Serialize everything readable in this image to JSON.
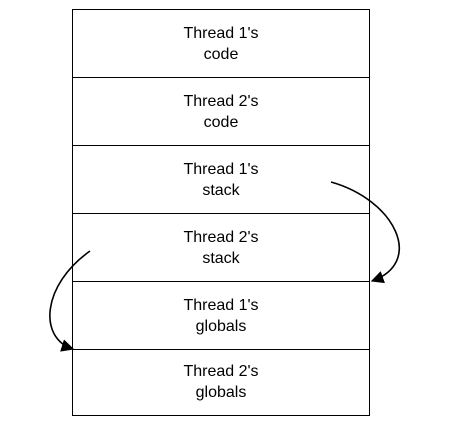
{
  "segments": [
    {
      "line1": "Thread 1's",
      "line2": "code"
    },
    {
      "line1": "Thread 2's",
      "line2": "code"
    },
    {
      "line1": "Thread 1's",
      "line2": "stack"
    },
    {
      "line1": "Thread 2's",
      "line2": "stack"
    },
    {
      "line1": "Thread 1's",
      "line2": "globals"
    },
    {
      "line1": "Thread 2's",
      "line2": "globals"
    }
  ]
}
